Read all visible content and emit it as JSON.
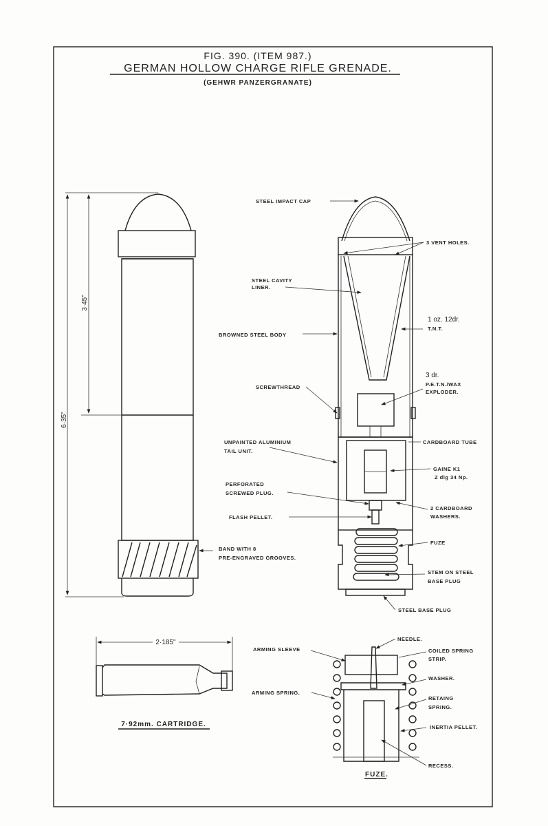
{
  "title": {
    "fig": "FIG. 390. (ITEM 987.)",
    "main": "GERMAN HOLLOW CHARGE RIFLE GRENADE.",
    "sub": "(GEHWR PANZERGRANATE)"
  },
  "dimensions": {
    "overall": "6·35\"",
    "head": "3·45\"",
    "cartridge_length": "2·185\""
  },
  "labels": {
    "band": [
      "BAND WITH 8",
      "PRE-ENGRAVED GROOVES."
    ],
    "impact_cap": "STEEL IMPACT CAP",
    "vent_holes": "3 VENT HOLES.",
    "cavity_liner": [
      "STEEL CAVITY",
      "LINER."
    ],
    "tnt": [
      "1 oz. 12dr.",
      "T.N.T."
    ],
    "body": "BROWNED STEEL BODY",
    "exploder": [
      "3 dr.",
      "P.E.T.N./WAX",
      "EXPLODER."
    ],
    "screwthread": "SCREWTHREAD",
    "cardboard_tube": "CARDBOARD TUBE",
    "tail_unit": [
      "UNPAINTED ALUMINIUM",
      "TAIL UNIT."
    ],
    "gaine": [
      "GAINE K1",
      "Z dlg 34 Np."
    ],
    "screwed_plug": [
      "PERFORATED",
      "SCREWED PLUG."
    ],
    "washers": [
      "2 CARDBOARD",
      "WASHERS."
    ],
    "flash_pellet": "FLASH PELLET.",
    "fuze": "FUZE",
    "stem": [
      "STEM ON STEEL",
      "BASE PLUG"
    ],
    "base_plug": "STEEL BASE PLUG"
  },
  "fuze_detail": {
    "caption": "FUZE.",
    "needle": "NEEDLE.",
    "arming_sleeve": "ARMING SLEEVE",
    "coiled_strip": [
      "COILED SPRING",
      "STRIP."
    ],
    "washer": "WASHER.",
    "arming_spring": "ARMING SPRING.",
    "retaining_spring": [
      "RETAING",
      "SPRING."
    ],
    "inertia_pellet": "INERTIA PELLET.",
    "recess": "RECESS."
  },
  "cartridge": {
    "caption": "7·92mm. CARTRIDGE."
  }
}
